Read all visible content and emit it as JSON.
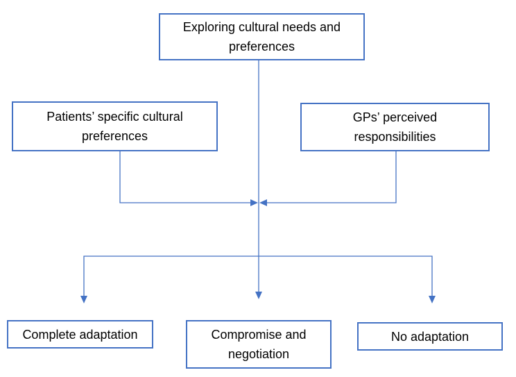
{
  "diagram": {
    "nodes": {
      "root": {
        "label": "Exploring cultural needs and preferences"
      },
      "patients_preferences": {
        "label": "Patients’ specific cultural preferences"
      },
      "gps_responsibilities": {
        "label": "GPs’ perceived responsibilities"
      },
      "complete_adaptation": {
        "label": "Complete adaptation"
      },
      "compromise_negotiation": {
        "label": "Compromise and negotiation"
      },
      "no_adaptation": {
        "label": "No adaptation"
      }
    },
    "edges": [
      {
        "from": "root",
        "to": "merge-point"
      },
      {
        "from": "patients_preferences",
        "to": "merge-point"
      },
      {
        "from": "gps_responsibilities",
        "to": "merge-point"
      },
      {
        "from": "merge-point",
        "to": "complete_adaptation"
      },
      {
        "from": "merge-point",
        "to": "compromise_negotiation"
      },
      {
        "from": "merge-point",
        "to": "no_adaptation"
      }
    ]
  },
  "colors": {
    "connector": "#4472c4",
    "box_border": "#4472c4",
    "text": "#000000"
  }
}
